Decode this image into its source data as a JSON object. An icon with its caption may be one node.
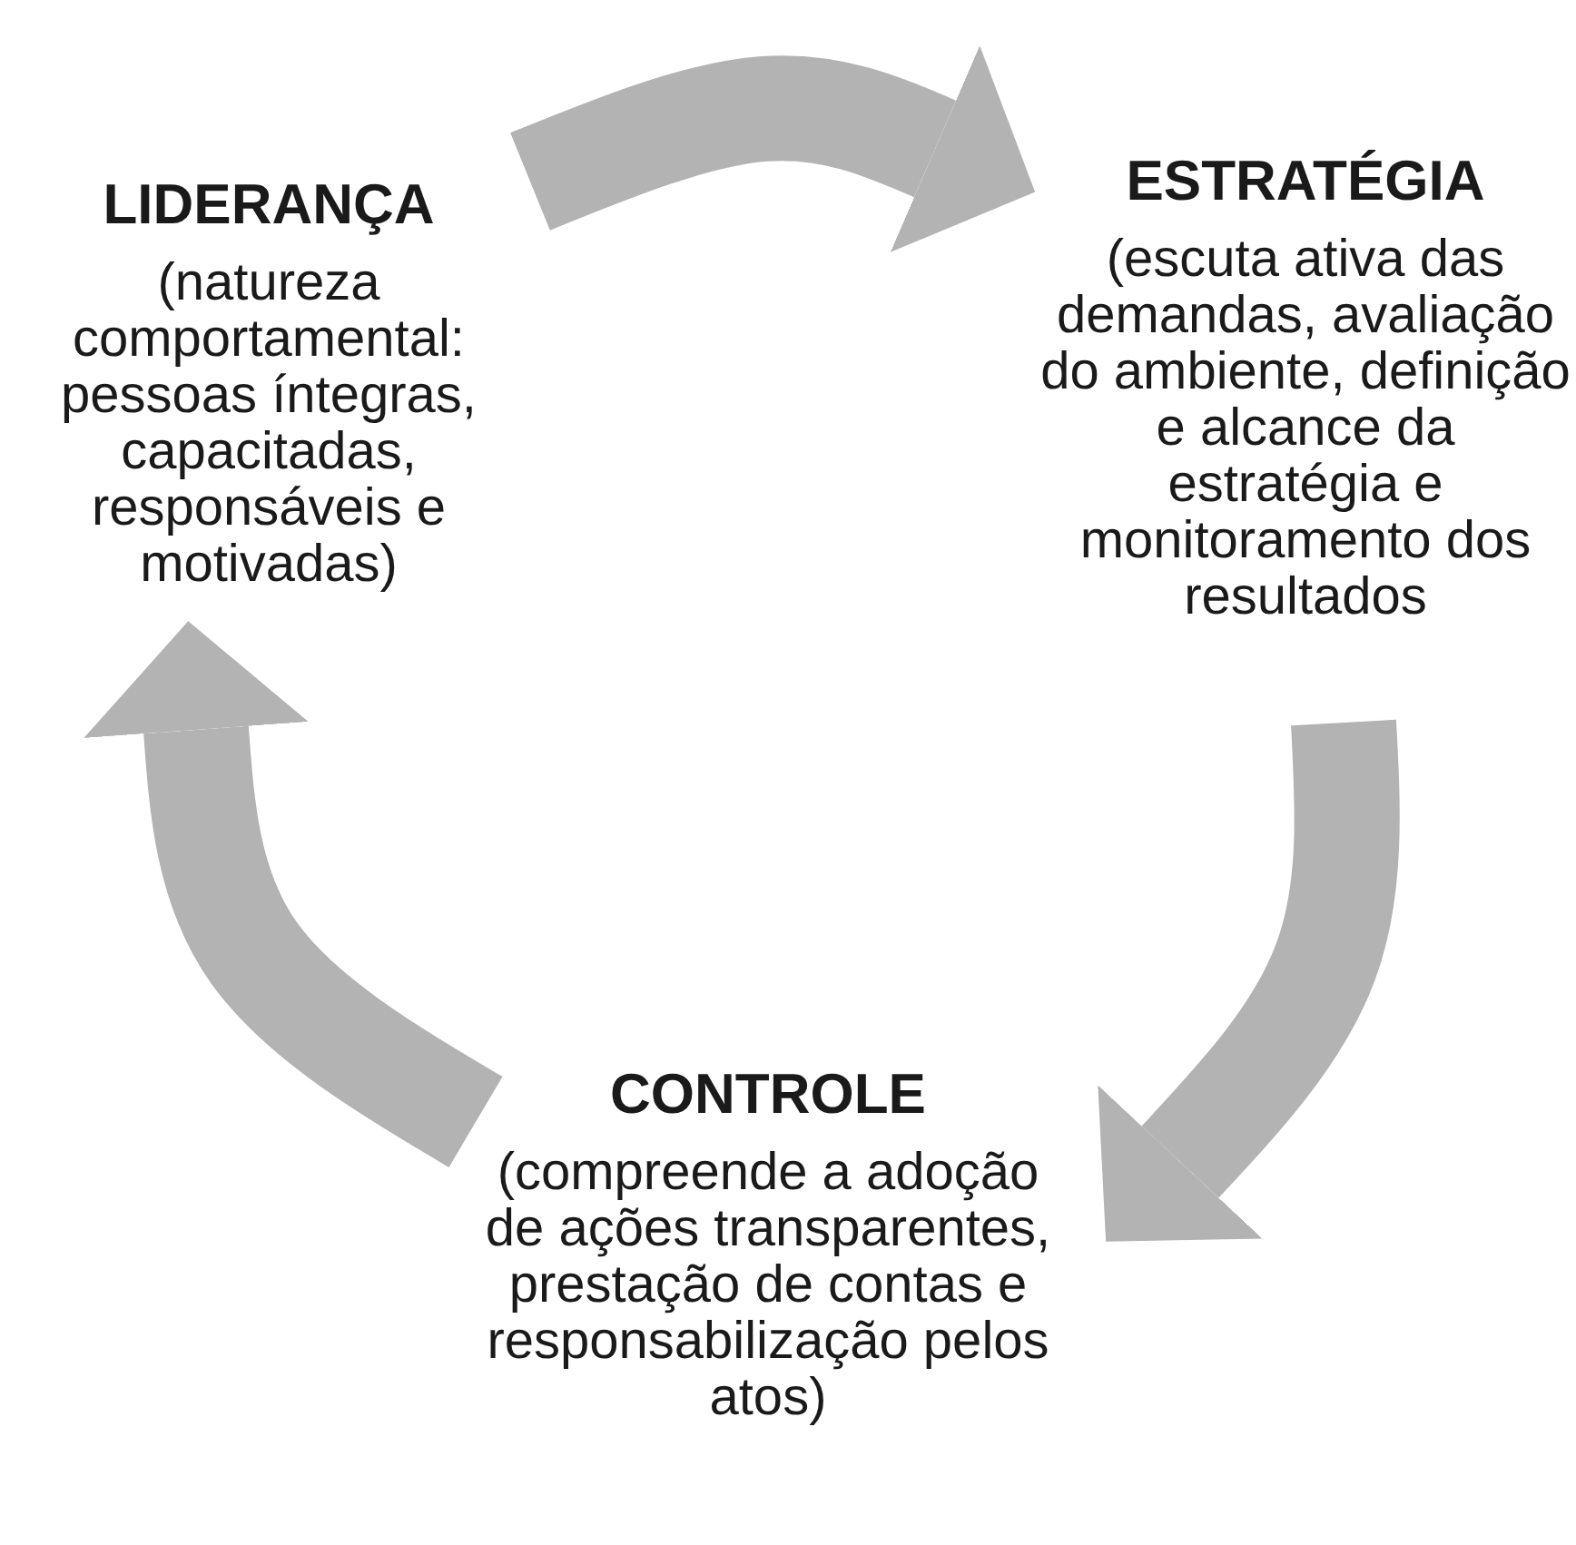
{
  "diagram": {
    "nodes": [
      {
        "text": [
          "LIDERANÇA",
          "(natureza comportamental: pessoas íntegras, capacitadas, responsáveis e motivadas)"
        ]
      },
      {
        "text": [
          "ESTRATÉGIA",
          "(escuta ativa das demandas, avaliação do ambiente, definição e alcance da estratégia e monitoramento dos resultados"
        ]
      },
      {
        "text": [
          "CONTROLE",
          "(compreende a adoção de ações transparentes, prestação de contas e responsabilização pelos atos)"
        ]
      }
    ],
    "edges": [
      {
        "from": 0,
        "to": 1,
        "arrow": "to"
      },
      {
        "from": 1,
        "to": 2,
        "arrow": "to"
      },
      {
        "from": 2,
        "to": 0,
        "arrow": "to"
      }
    ]
  }
}
